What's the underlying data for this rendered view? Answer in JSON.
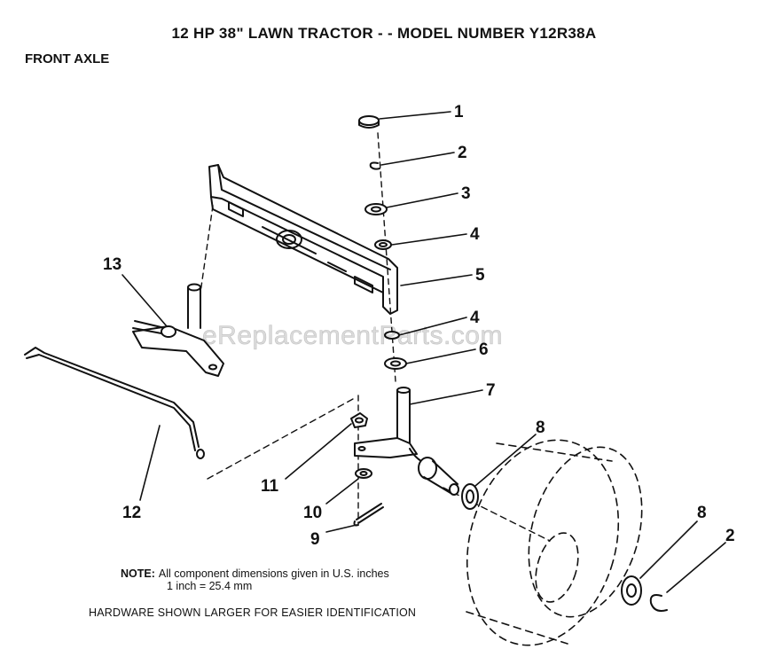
{
  "header": {
    "title": "12 HP 38\" LAWN TRACTOR - - MODEL NUMBER Y12R38A",
    "subtitle": "FRONT AXLE"
  },
  "watermark": "eReplacementParts.com",
  "note": {
    "label": "NOTE:",
    "line1": "All component dimensions given in U.S. inches",
    "line2": "1 inch = 25.4 mm"
  },
  "hardware_note": "HARDWARE SHOWN LARGER FOR EASIER IDENTIFICATION",
  "callouts": [
    {
      "id": "c1",
      "label": "1"
    },
    {
      "id": "c2",
      "label": "2"
    },
    {
      "id": "c3",
      "label": "3"
    },
    {
      "id": "c4a",
      "label": "4"
    },
    {
      "id": "c5",
      "label": "5"
    },
    {
      "id": "c4b",
      "label": "4"
    },
    {
      "id": "c6",
      "label": "6"
    },
    {
      "id": "c7",
      "label": "7"
    },
    {
      "id": "c8a",
      "label": "8"
    },
    {
      "id": "c8b",
      "label": "8"
    },
    {
      "id": "c2b",
      "label": "2"
    },
    {
      "id": "c9",
      "label": "9"
    },
    {
      "id": "c10",
      "label": "10"
    },
    {
      "id": "c11",
      "label": "11"
    },
    {
      "id": "c12",
      "label": "12"
    },
    {
      "id": "c13",
      "label": "13"
    }
  ]
}
